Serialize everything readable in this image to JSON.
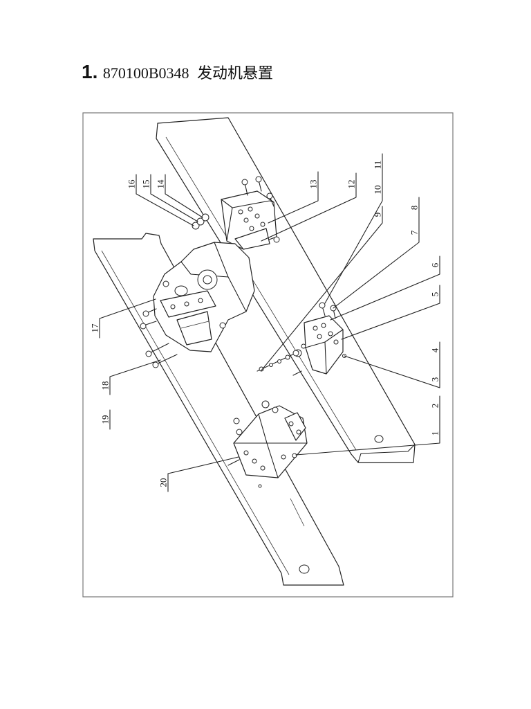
{
  "title": {
    "index": "1.",
    "part_no": "870100B0348",
    "name": "发动机悬置"
  },
  "diagram": {
    "callouts": [
      "1",
      "2",
      "3",
      "4",
      "5",
      "6",
      "7",
      "8",
      "9",
      "10",
      "11",
      "12",
      "13",
      "14",
      "15",
      "16",
      "17",
      "18",
      "19",
      "20"
    ]
  }
}
